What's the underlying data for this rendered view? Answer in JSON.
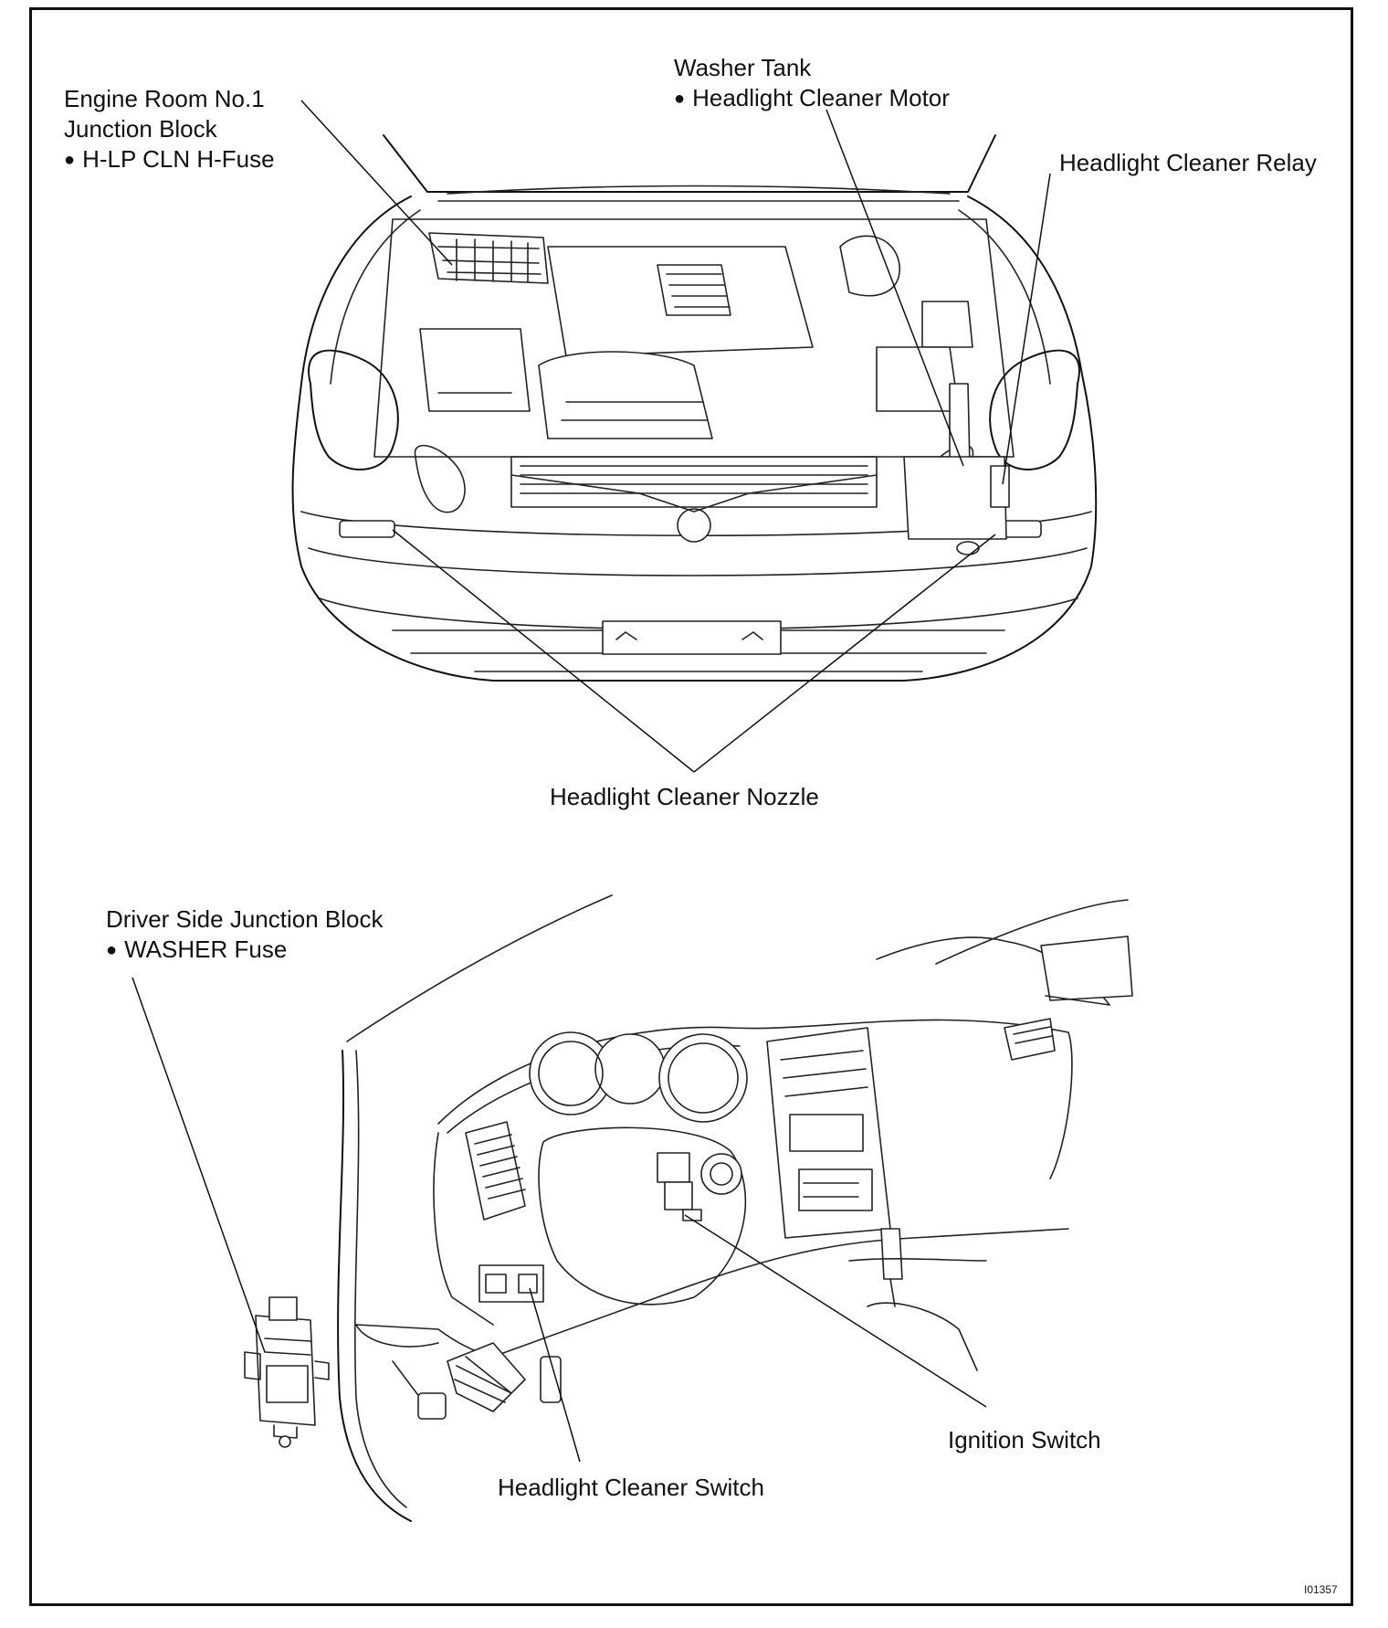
{
  "labels": {
    "engine_room_junction_block": [
      "Engine Room No.1",
      "Junction Block",
      "H-LP CLN H-Fuse"
    ],
    "washer_tank": [
      "Washer Tank",
      "Headlight Cleaner Motor"
    ],
    "headlight_cleaner_relay": "Headlight Cleaner Relay",
    "headlight_cleaner_nozzle": "Headlight Cleaner Nozzle",
    "driver_side_junction_block": [
      "Driver Side Junction Block",
      "WASHER Fuse"
    ],
    "ignition_switch": "Ignition Switch",
    "headlight_cleaner_switch": "Headlight Cleaner Switch"
  },
  "figure_id": "I01357"
}
